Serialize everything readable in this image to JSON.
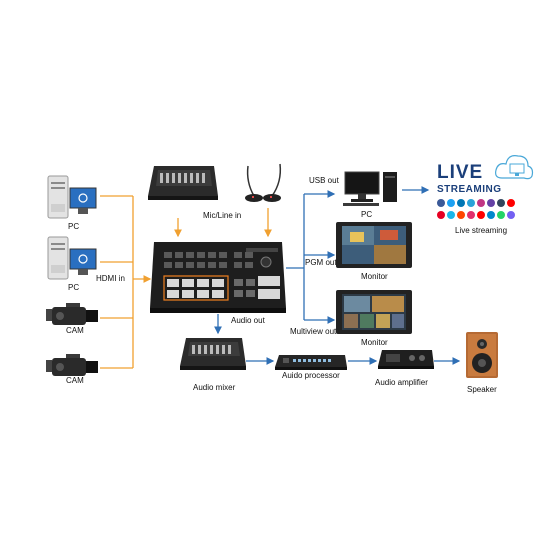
{
  "inputs": {
    "pc1": "PC",
    "pc2": "PC",
    "cam1": "CAM",
    "cam2": "CAM",
    "hdmi_in": "HDMI in"
  },
  "audio_in": {
    "mic_line_in": "Mic/Line in"
  },
  "outputs": {
    "usb_out": "USB out",
    "pgm_out": "PGM out",
    "multiview_out": "Multiview out",
    "audio_out": "Audio out",
    "pc": "PC",
    "monitor1": "Monitor",
    "monitor2": "Monitor"
  },
  "live_streaming": {
    "logo_line1": "LIVE",
    "logo_line2": "STREAMING",
    "label": "Live streaming"
  },
  "audio_chain": {
    "mixer": "Audio mixer",
    "processor": "Auido processor",
    "amplifier": "Audio amplifier",
    "speaker": "Speaker"
  },
  "colors": {
    "orange_arrow": "#f0a030",
    "blue_arrow": "#2f6fb5",
    "device_dark": "#1e1e1e",
    "logo_blue": "#1b3f7a"
  }
}
